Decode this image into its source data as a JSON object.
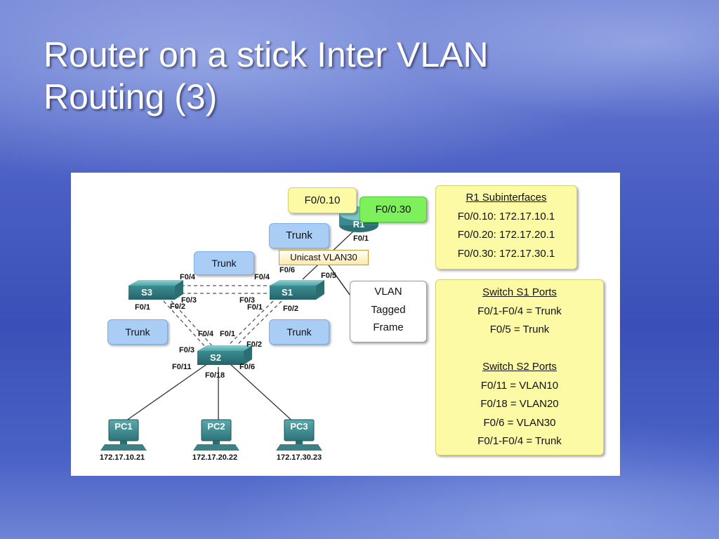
{
  "title": {
    "line1": "Router on a stick Inter VLAN",
    "line2": "Routing (3)"
  },
  "diagram": {
    "router": {
      "label": "R1",
      "port_f01": "F0/1"
    },
    "callouts": {
      "sub_f010": "F0/0.10",
      "sub_f030": "F0/0.30",
      "trunk_r1": "Trunk",
      "trunk_s3_s1": "Trunk",
      "trunk_s3_s2": "Trunk",
      "trunk_s1_s2": "Trunk",
      "frame": "Unicast VLAN30",
      "vlan_tagged": [
        "VLAN",
        "Tagged",
        "Frame"
      ]
    },
    "switches": {
      "s1": {
        "label": "S1",
        "ports": {
          "f04": "F0/4",
          "f06": "F0/6",
          "f05": "F0/5",
          "f03": "F0/3",
          "f01": "F0/1",
          "f02": "F0/2"
        }
      },
      "s2": {
        "label": "S2",
        "ports": {
          "f04": "F0/4",
          "f01": "F0/1",
          "f02": "F0/2",
          "f03": "F0/3",
          "f011": "F0/11",
          "f018": "F0/18",
          "f06": "F0/6"
        }
      },
      "s3": {
        "label": "S3",
        "ports": {
          "f04": "F0/4",
          "f03": "F0/3",
          "f01": "F0/1",
          "f02": "F0/2"
        }
      }
    },
    "pcs": [
      {
        "label": "PC1",
        "ip": "172.17.10.21"
      },
      {
        "label": "PC2",
        "ip": "172.17.20.22"
      },
      {
        "label": "PC3",
        "ip": "172.17.30.23"
      }
    ],
    "r1_subinterfaces": {
      "heading": "R1 Subinterfaces",
      "lines": [
        "F0/0.10: 172.17.10.1",
        "F0/0.20: 172.17.20.1",
        "F0/0.30: 172.17.30.1"
      ]
    },
    "switch_ports": {
      "s1_heading": "Switch S1 Ports",
      "s1_lines": [
        "F0/1-F0/4 = Trunk",
        "F0/5 = Trunk"
      ],
      "s2_heading": "Switch S2 Ports",
      "s2_lines": [
        "F0/11 = VLAN10",
        "F0/18 = VLAN20",
        "F0/6 = VLAN30",
        "F0/1-F0/4 = Trunk"
      ]
    }
  },
  "colors": {
    "callout_blue": "#a9cdf4",
    "callout_yellow": "#fdfaa6",
    "callout_green": "#7df05c",
    "switch_body": "#3f8f93",
    "router_body": "#3c8a90"
  }
}
